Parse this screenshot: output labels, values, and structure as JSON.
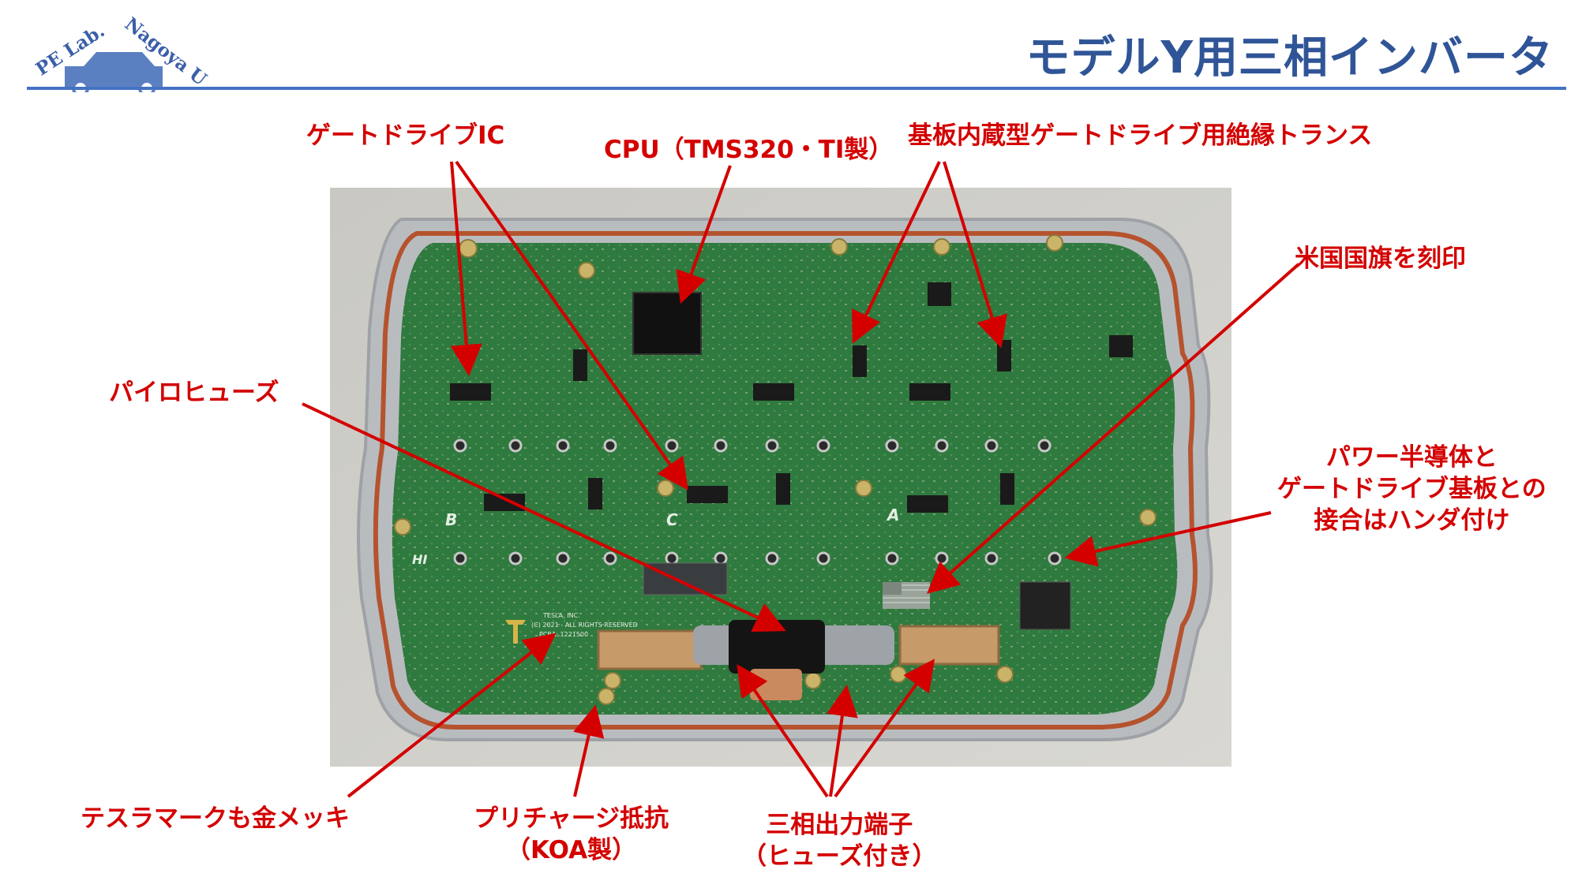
{
  "header": {
    "title": "モデルY用三相インバータ",
    "logo_text_left": "PE Lab.",
    "logo_text_right": "Nagoya U",
    "accent_color": "#4472c4",
    "title_color": "#2f5597"
  },
  "annotation_color": "#d40000",
  "photo": {
    "board_labels": [
      "B",
      "C",
      "A",
      "HI"
    ],
    "silkscreen": [
      "TESLA, INC.",
      "(C) 2021 - ALL RIGHTS RESERVED",
      "PCBA: 1221500"
    ]
  },
  "callouts": {
    "gate_driver_ic": "ゲートドライブIC",
    "cpu": "CPU（TMS320・TI製）",
    "transformer": "基板内蔵型ゲートドライブ用絶縁トランス",
    "us_flag": "米国国旗を刻印",
    "pyro_fuse": "パイロヒューズ",
    "power_semi": [
      "パワー半導体と",
      "ゲートドライブ基板との",
      "接合はハンダ付け"
    ],
    "tesla_mark": "テスラマークも金メッキ",
    "precharge": [
      "プリチャージ抵抗",
      "（KOA製）"
    ],
    "output_terminal": [
      "三相出力端子",
      "（ヒューズ付き）"
    ]
  }
}
